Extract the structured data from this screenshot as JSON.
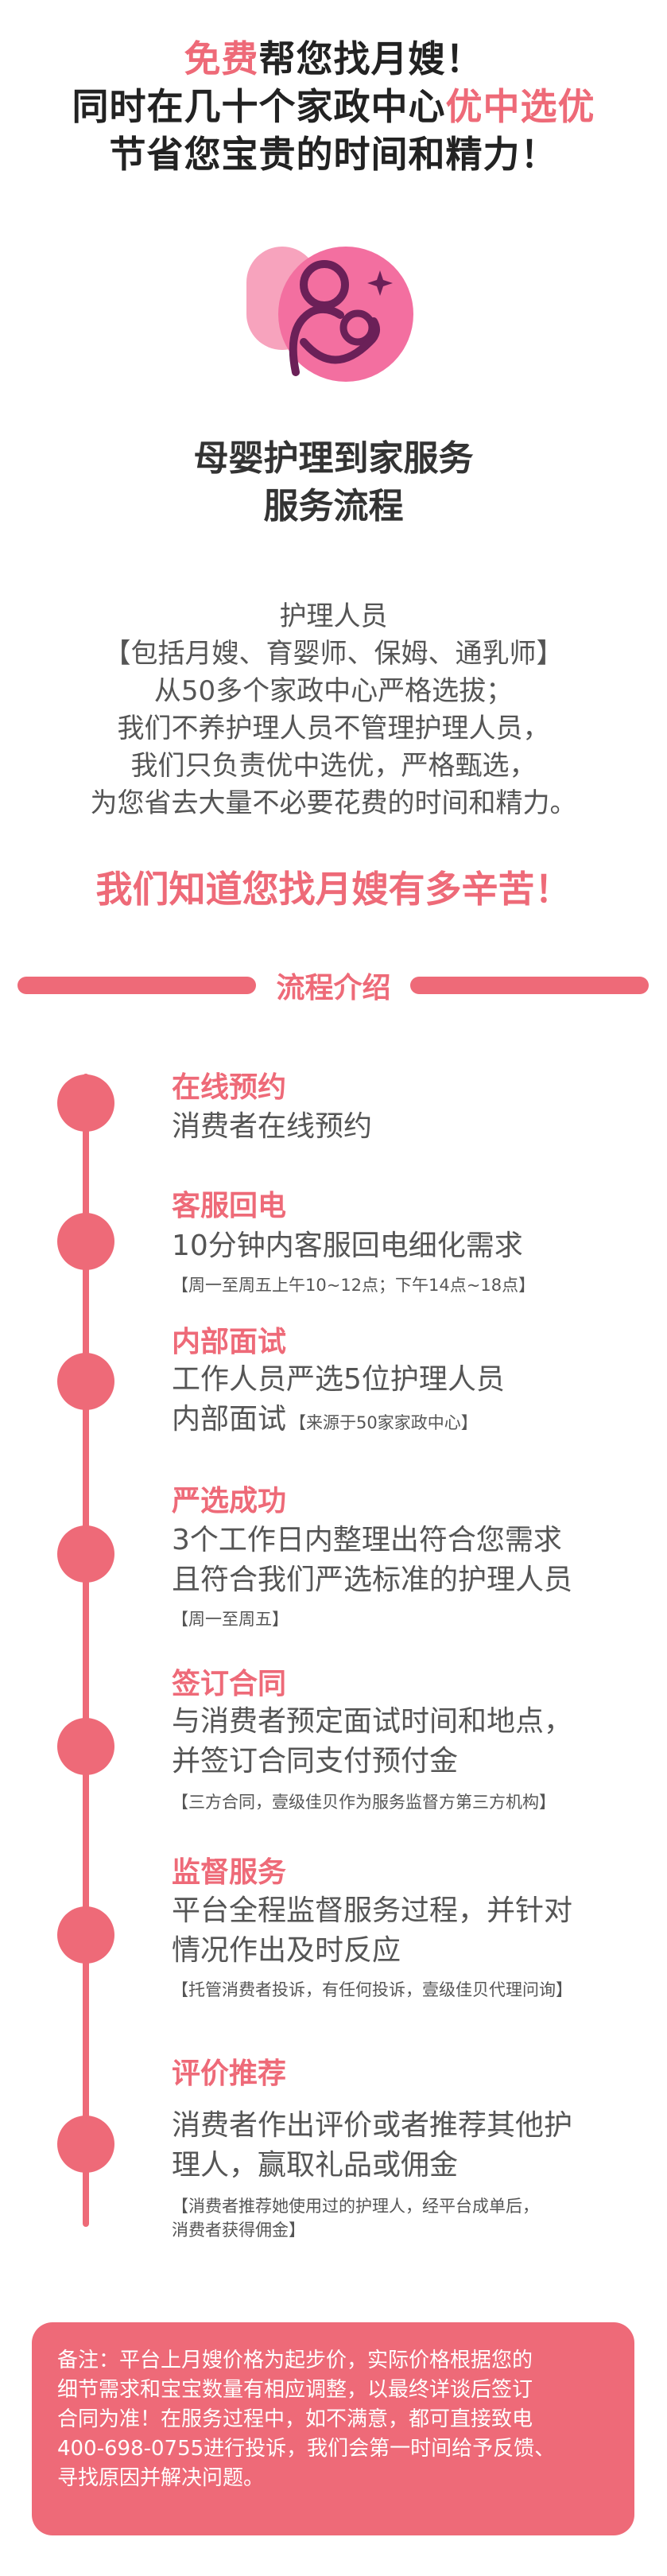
{
  "hero": {
    "l1_accent": "免费",
    "l1_rest": "帮您找月嫂！",
    "l2_start": "同时在几十个家政中心",
    "l2_accent": "优中选优",
    "l3": "节省您宝贵的时间和精力！"
  },
  "title": {
    "line1": "母婴护理到家服务",
    "line2": "服务流程"
  },
  "intro": [
    "护理人员",
    "【包括月嫂、育婴师、保姆、通乳师】",
    "从50多个家政中心严格选拔；",
    "我们不养护理人员不管理护理人员，",
    "我们只负责优中选优，严格甄选，",
    "为您省去大量不必要花费的时间和精力。"
  ],
  "slogan": "我们知道您找月嫂有多辛苦！",
  "section_label": "流程介绍",
  "steps": [
    {
      "title": "在线预约",
      "desc": [
        "消费者在线预约"
      ]
    },
    {
      "title": "客服回电",
      "desc": [
        "10分钟内客服回电细化需求"
      ],
      "note": [
        "【周一至周五上午10~12点；下午14点~18点】"
      ]
    },
    {
      "title": "内部面试",
      "desc": [
        "工作人员严选5位护理人员",
        "内部面试"
      ],
      "inline_note": "【来源于50家家政中心】"
    },
    {
      "title": "严选成功",
      "desc": [
        "3个工作日内整理出符合您需求",
        "且符合我们严选标准的护理人员"
      ],
      "note": [
        "【周一至周五】"
      ]
    },
    {
      "title": "签订合同",
      "desc": [
        "与消费者预定面试时间和地点，",
        "并签订合同支付预付金"
      ],
      "note": [
        "【三方合同，壹级佳贝作为服务监督方第三方机构】"
      ]
    },
    {
      "title": "监督服务",
      "desc": [
        "平台全程监督服务过程，并针对",
        "情况作出及时反应"
      ],
      "note": [
        "【托管消费者投诉，有任何投诉，壹级佳贝代理问询】"
      ]
    },
    {
      "title": "评价推荐",
      "desc": [
        "消费者作出评价或者推荐其他护",
        "理人，赢取礼品或佣金"
      ],
      "note": [
        "【消费者推荐她使用过的护理人，经平台成单后，",
        "消费者获得佣金】"
      ]
    }
  ],
  "remark": [
    "备注：平台上月嫂价格为起步价，实际价格根据您的",
    "细节需求和宝宝数量有相应调整，以最终详谈后签订",
    "合同为准！在服务过程中，如不满意，都可直接致电",
    "400-698-0755进行投诉，我们会第一时间给予反馈、",
    "寻找原因并解决问题。"
  ],
  "colors": {
    "accent": "#ee6a78",
    "icon_pink": "#f36fa0",
    "icon_purple": "#6b2058"
  },
  "icons": {
    "hero": "mother-baby-icon"
  }
}
